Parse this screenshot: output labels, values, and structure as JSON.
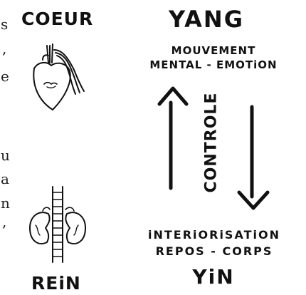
{
  "colors": {
    "ink": "#111111",
    "background": "#ffffff"
  },
  "left_margin_fragments": [
    "s",
    ",",
    "e",
    "u",
    "a",
    "n",
    ","
  ],
  "organs": {
    "top": {
      "label": "COEUR",
      "icon": "heart-icon"
    },
    "bottom": {
      "label": "REiN",
      "icon": "kidney-icon"
    }
  },
  "yang": {
    "title": "YANG",
    "line1": "MOUVEMENT",
    "line2": "MENTAL - EMOTiON"
  },
  "control": {
    "label": "CONTROLE"
  },
  "yin": {
    "line1": "iNTERiORiSATiON",
    "line2": "REPOS - CORPS",
    "title": "YiN"
  }
}
